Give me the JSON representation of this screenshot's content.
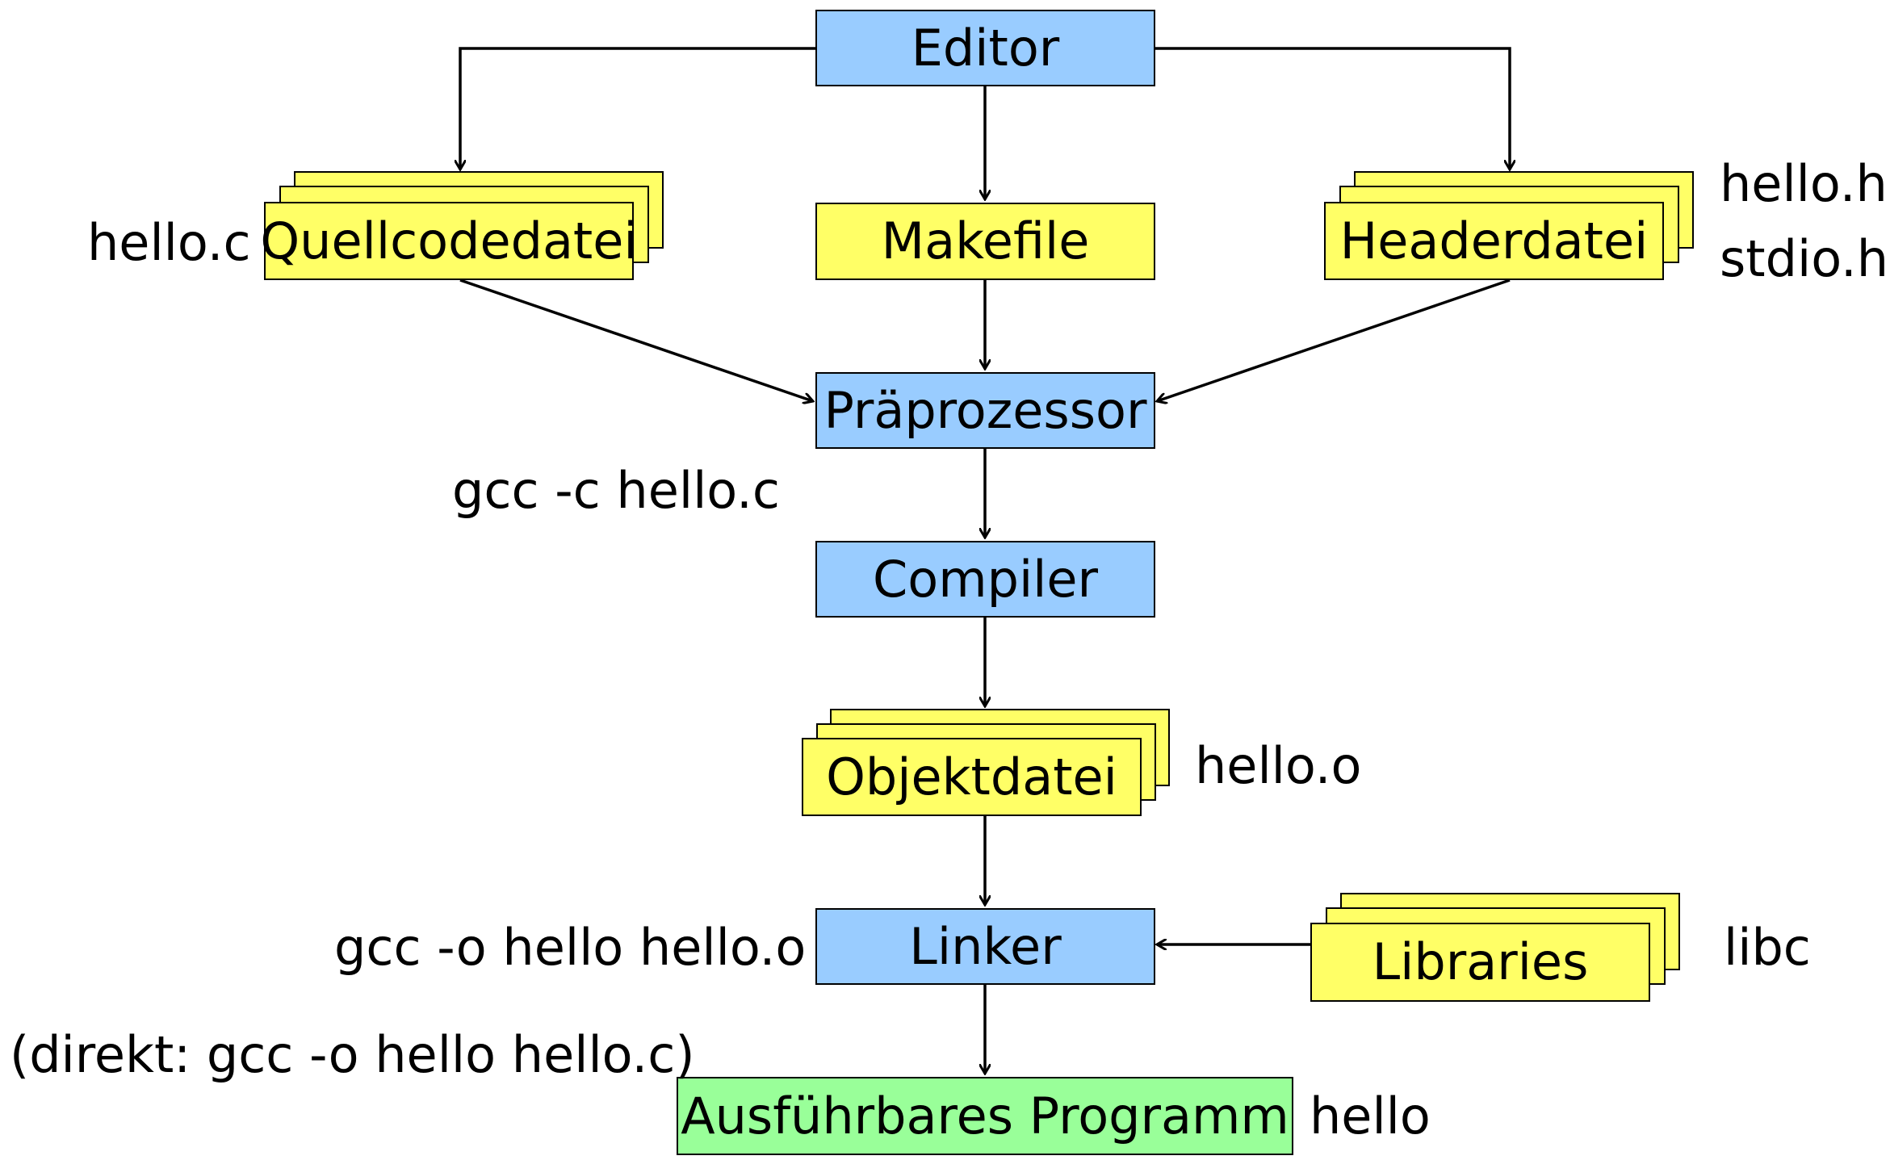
{
  "nodes": {
    "editor": "Editor",
    "quellcode": "Quellcodedatei",
    "makefile": "Makefile",
    "header": "Headerdatei",
    "praeprozessor": "Präprozessor",
    "compiler": "Compiler",
    "objekt": "Objektdatei",
    "linker": "Linker",
    "libraries": "Libraries",
    "programm": "Ausführbares Programm"
  },
  "labels": {
    "hello_c": "hello.c",
    "hello_h": "hello.h",
    "stdio_h": "stdio.h",
    "gcc_c": "gcc -c hello.c",
    "hello_o": "hello.o",
    "gcc_o": "gcc -o hello hello.o",
    "libc": "libc",
    "direkt": "(direkt: gcc -o hello hello.c)",
    "hello": "hello"
  },
  "colors": {
    "process": "#99ccff",
    "file": "#ffff66",
    "program": "#99ff99",
    "line": "#000000"
  }
}
